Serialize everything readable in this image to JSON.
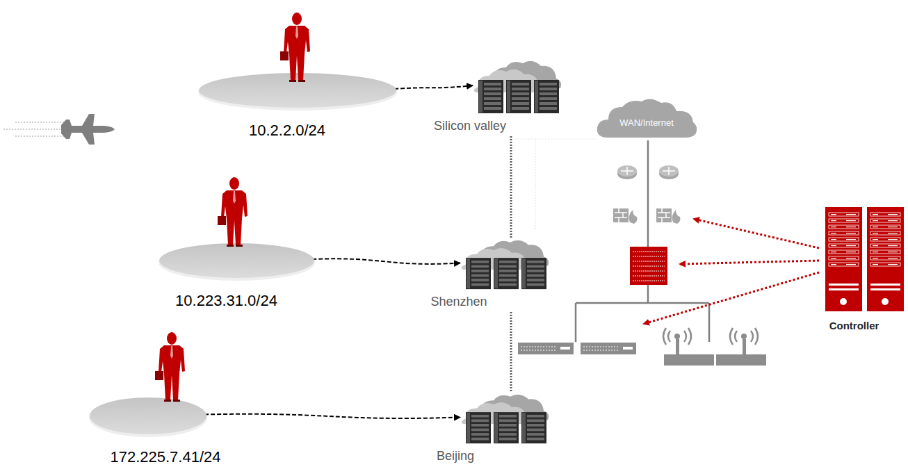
{
  "diagram": {
    "nodes": [
      {
        "text": [
          "10.2.2.0/24"
        ]
      },
      {
        "text": [
          "Silicon valley"
        ]
      },
      {
        "text": [
          "WAN/Internet"
        ]
      },
      {
        "text": [
          "10.223.31.0/24"
        ]
      },
      {
        "text": [
          "Shenzhen"
        ]
      },
      {
        "text": [
          "Controller"
        ]
      },
      {
        "text": [
          "172.225.7.41/24"
        ]
      },
      {
        "text": [
          "Beijing"
        ]
      }
    ],
    "edges": [
      {
        "from": 0,
        "to": 1,
        "arrow": "to"
      },
      {
        "from": 3,
        "to": 4,
        "arrow": "to"
      },
      {
        "from": 6,
        "to": 7,
        "arrow": "to"
      },
      {
        "from": 1,
        "to": 4,
        "arrow": "none"
      },
      {
        "from": 4,
        "to": 7,
        "arrow": "none"
      }
    ]
  }
}
